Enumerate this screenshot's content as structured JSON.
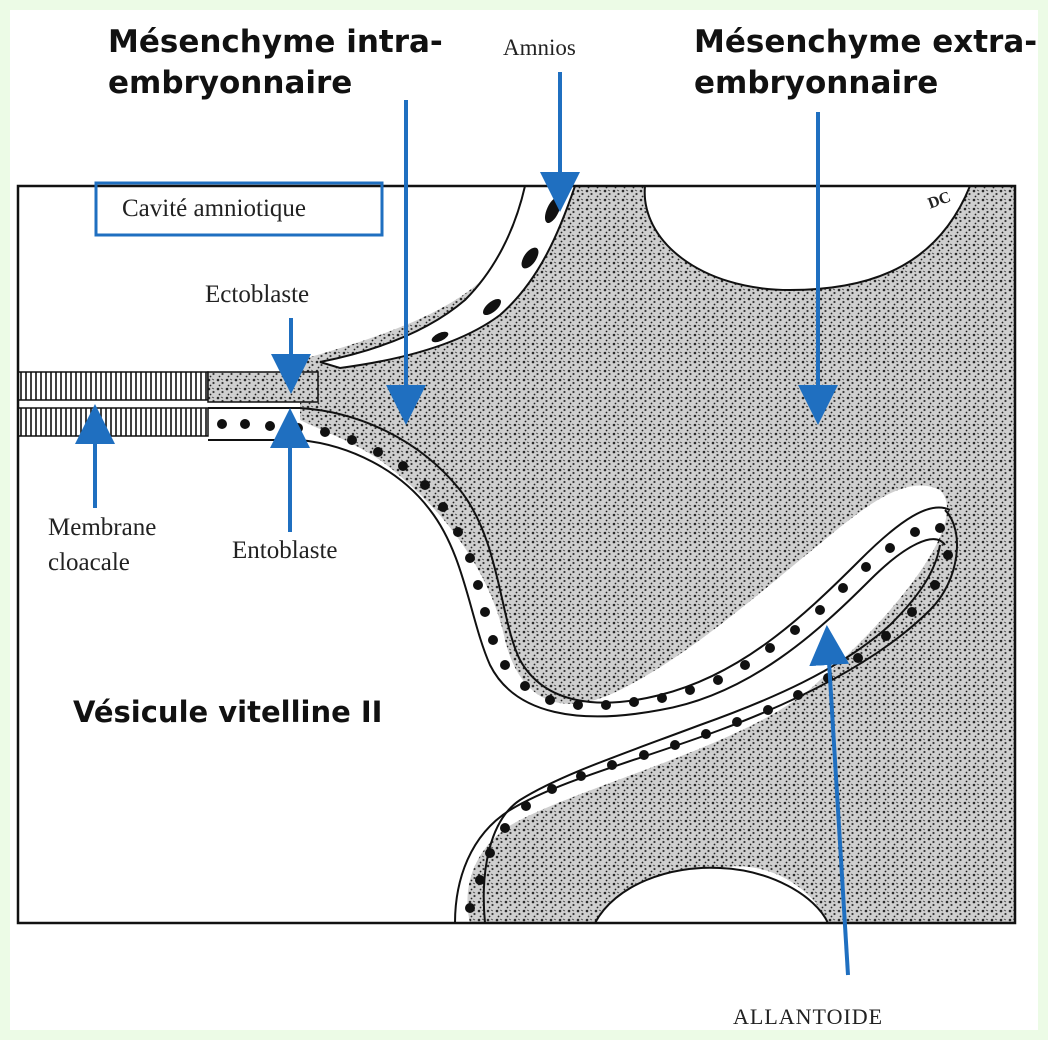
{
  "labels": {
    "mesenchyme_intra": "Mésenchyme intra-\nembryonnaire",
    "amnios": "Amnios",
    "mesenchyme_extra": "Mésenchyme extra-\nembryonnaire",
    "cavite_amniotique": "Cavité amniotique",
    "ectoblaste": "Ectoblaste",
    "membrane_cloacale": "Membrane\ncloacale",
    "entoblaste": "Entoblaste",
    "vesicule_vitelline": "Vésicule vitelline II",
    "allantoide": "ALLANTOIDE",
    "corner_mark": "DC"
  },
  "colors": {
    "arrow": "#1f6fc0",
    "background_border": "#ecfbe6",
    "stipple": "#333333"
  }
}
